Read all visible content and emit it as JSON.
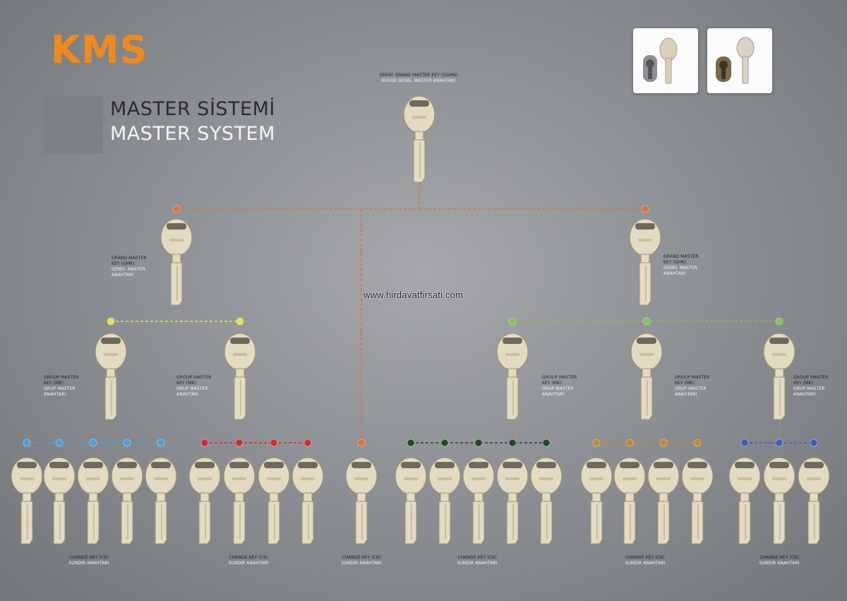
{
  "brand": {
    "logo_text": "KMS",
    "brand_color": "#f08a1c"
  },
  "titles": {
    "turkish": "MASTER SİSTEMİ",
    "english": "MASTER SYSTEM"
  },
  "watermark": "www.hirdavatfirsati.com",
  "product_thumbnails": [
    {
      "icon": "cylinder-lock-with-key-icon"
    },
    {
      "icon": "brass-cylinder-with-key-icon"
    }
  ],
  "colors": {
    "great_grand_line": "#e2703f",
    "level_dots": [
      "#e8e04a",
      "#7cc84c"
    ],
    "group_dots": [
      "#4a9fd8",
      "#d42a2a",
      "#e2703f",
      "#1f4a25",
      "#c8862a",
      "#3a5fc0"
    ]
  },
  "levels": {
    "great_grand_master": {
      "label_en": "GREAT GRAND MASTER KEY (GGMK)",
      "label_tr": "BÜYÜK GENEL MASTER ANAHTARI"
    },
    "grand_master": {
      "label_en_1": "GRAND MASTER",
      "label_en_2": "KEY (GMK)",
      "label_tr_1": "GENEL MASTER",
      "label_tr_2": "ANAHTARI"
    },
    "group_master": {
      "label_en_1": "GROUP MASTER",
      "label_en_2": "KEY (MK)",
      "label_tr_1": "GRUP MASTER",
      "label_tr_2": "ANAHTARI"
    },
    "change_key": {
      "label_en": "CHANGE KEY (CK)",
      "label_tr": "SUNDIR ANAHTARI"
    }
  }
}
